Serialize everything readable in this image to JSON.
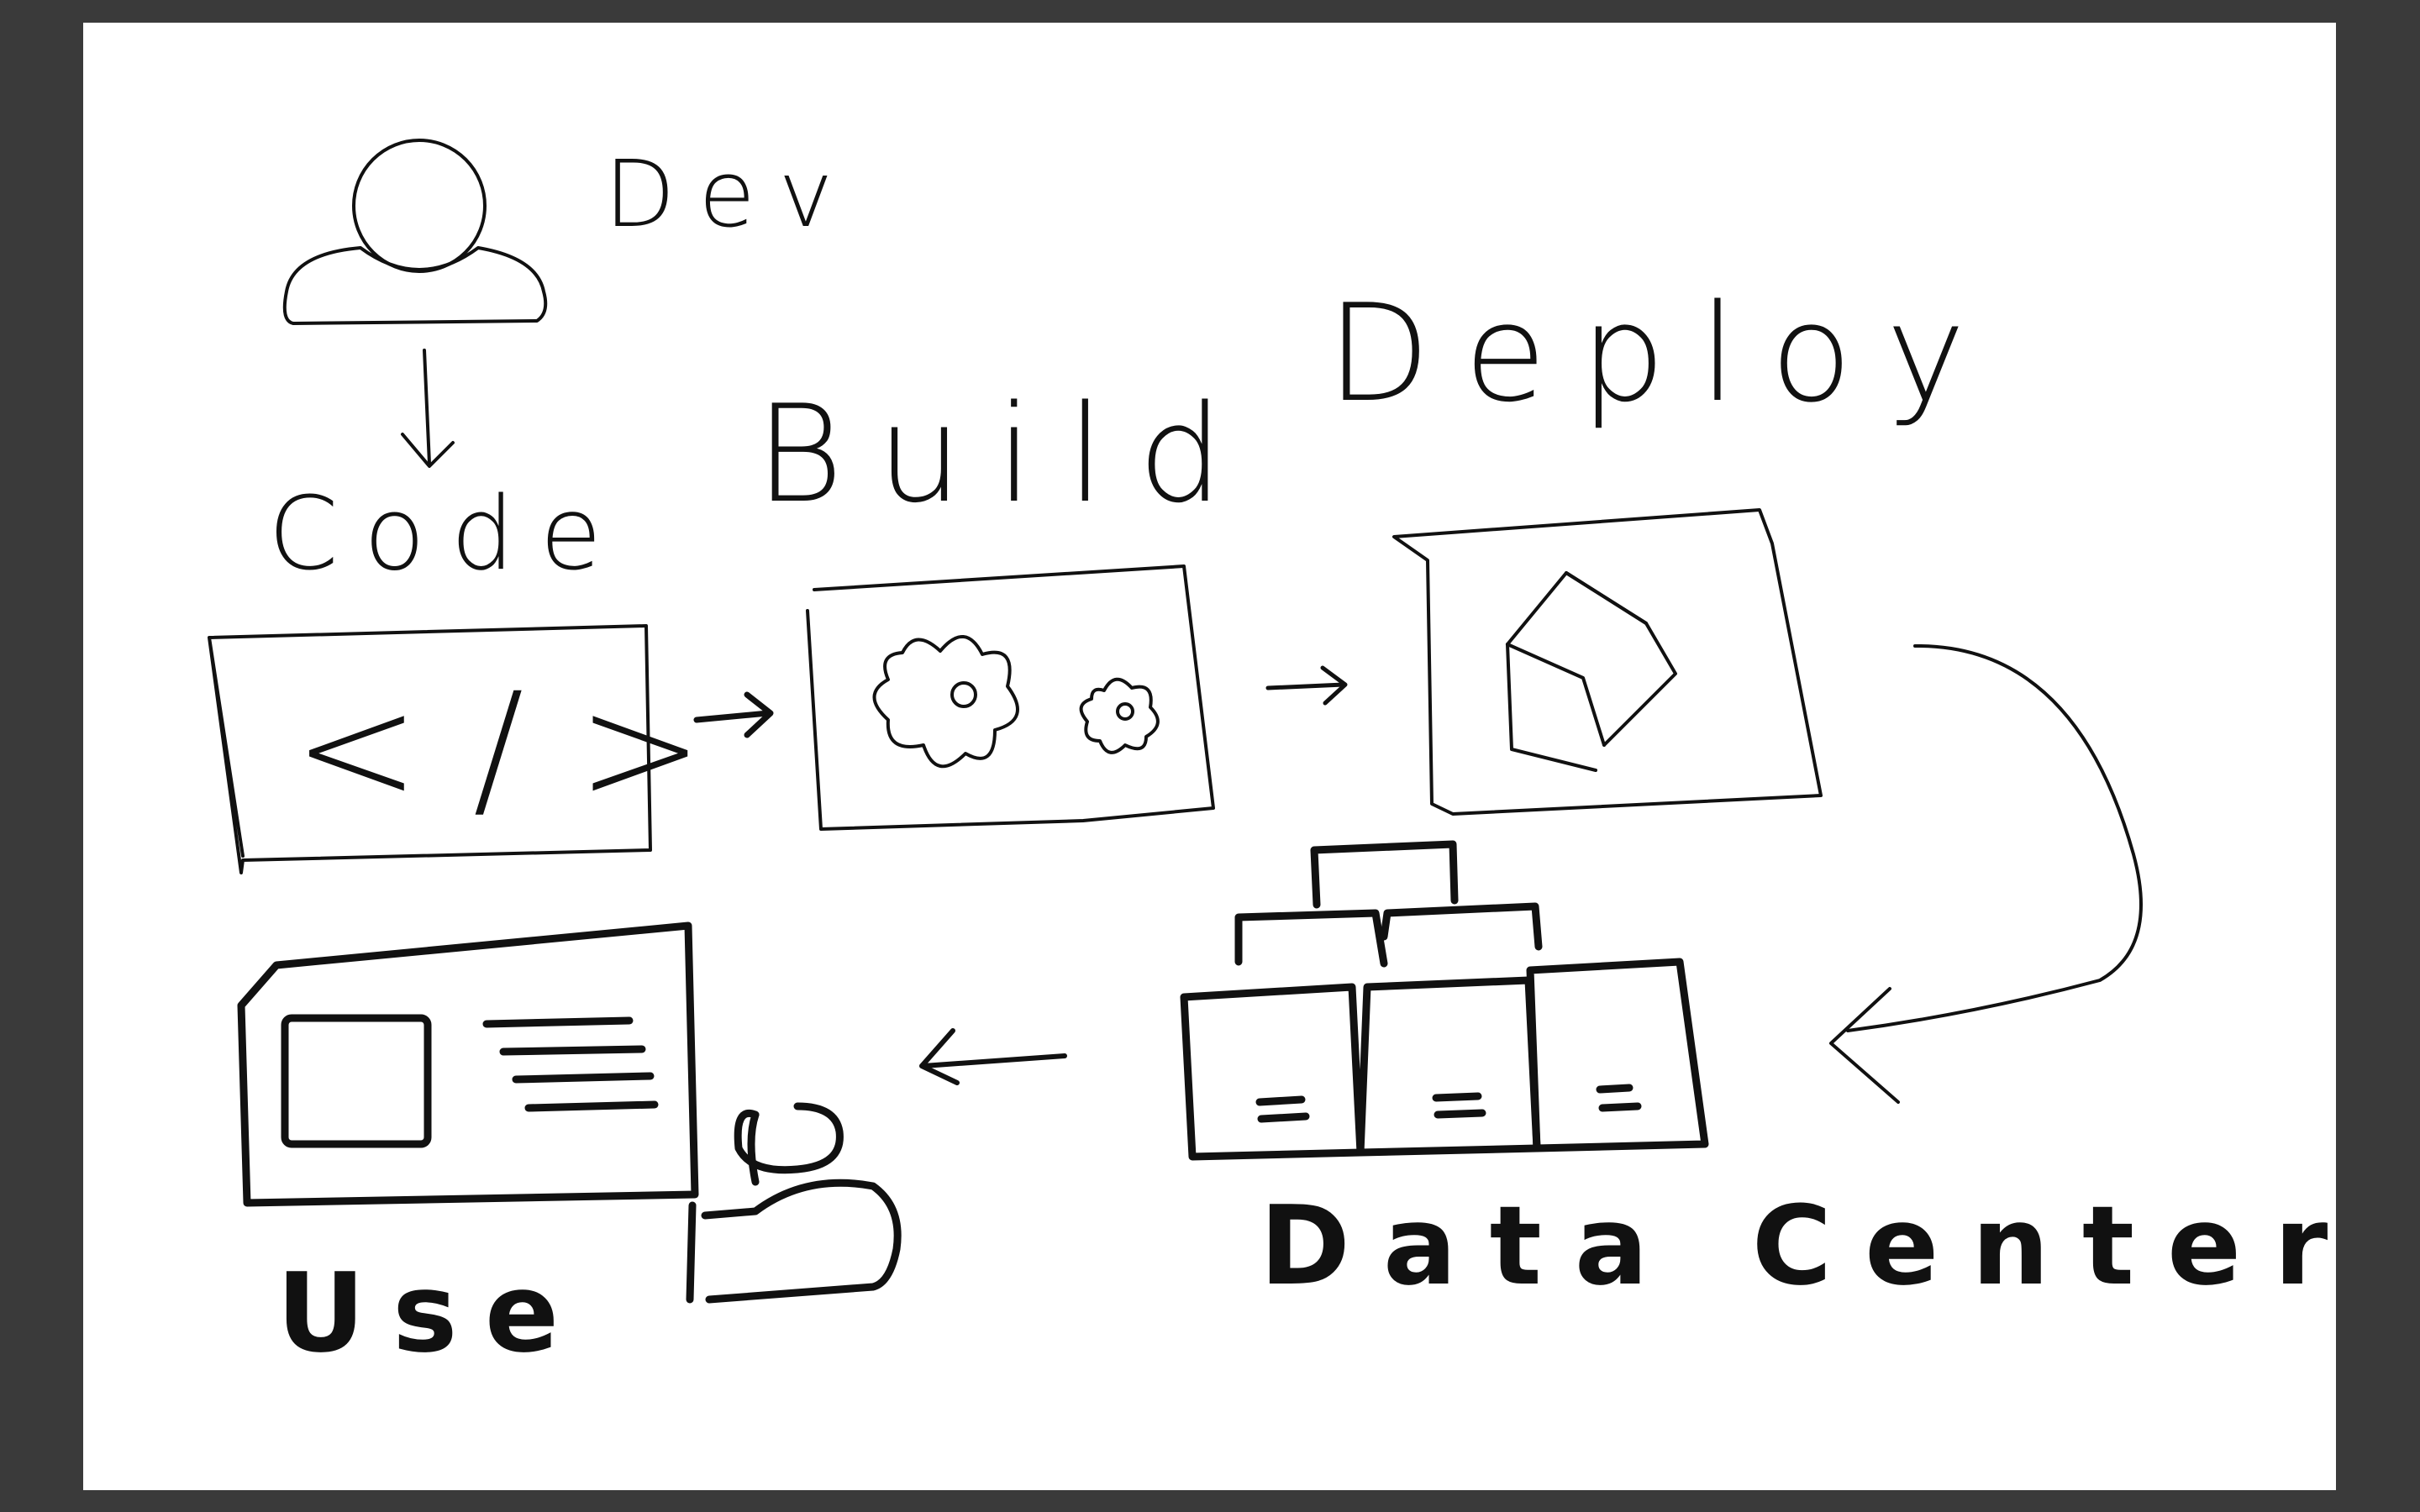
{
  "diagram": {
    "labels": {
      "dev": "Dev",
      "code": "Code",
      "build": "Build",
      "deploy": "Deploy",
      "data_center": "Data Center",
      "use": "Use"
    },
    "code_glyph": "</>",
    "colors": {
      "frame": "#3a3a3a",
      "canvas": "#ffffff",
      "ink": "#111111"
    }
  }
}
